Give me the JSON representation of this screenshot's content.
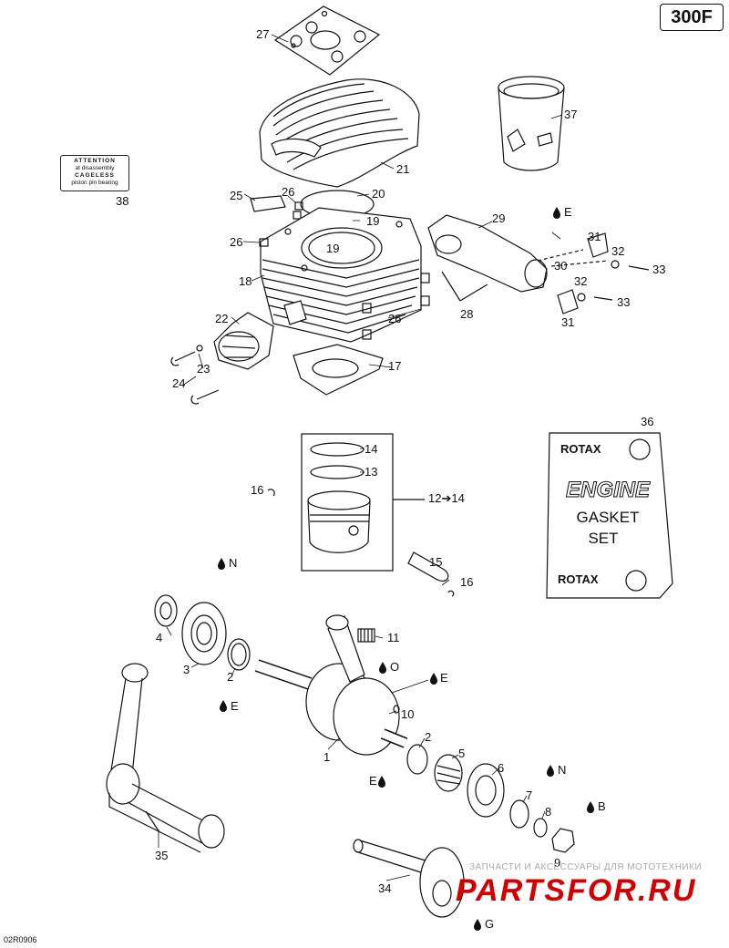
{
  "model": "300F",
  "diagram_code": "02R0906",
  "attention_label": {
    "line1": "ATTENTION",
    "line2": "at disassembly",
    "line3": "CAGELESS",
    "line4": "piston pin bearing"
  },
  "gasket_set": {
    "brand_top": "ROTAX",
    "line1": "ENGINE",
    "line2": "GASKET",
    "line3": "SET",
    "brand_bottom": "ROTAX"
  },
  "watermark": {
    "line1": "ЗАПЧАСТИ И АКСЕССУАРЫ ДЛЯ МОТОТЕХНИКИ",
    "line2": "PARTSFOR.RU"
  },
  "callouts": {
    "c27": "27",
    "c37": "37",
    "c21": "21",
    "c38": "38",
    "c25": "25",
    "c26a": "26",
    "c20": "20",
    "c19a": "19",
    "c29": "29",
    "cE1": "E",
    "c26b": "26",
    "c19b": "19",
    "c31a": "31",
    "c32a": "32",
    "c33a": "33",
    "c30": "30",
    "c18": "18",
    "c32b": "32",
    "c33b": "33",
    "c28": "28",
    "c22": "22",
    "c31b": "31",
    "c26c": "26",
    "c17": "17",
    "c23": "23",
    "c24": "24",
    "c36": "36",
    "c14": "14",
    "c13": "13",
    "c16a": "16",
    "c12": "12➔14",
    "c15": "15",
    "c16b": "16",
    "cN1": "N",
    "c4": "4",
    "c11": "11",
    "c3": "3",
    "c2a": "2",
    "cO": "O",
    "cE2": "E",
    "cE3": "E",
    "c10": "10",
    "c2b": "2",
    "c5": "5",
    "c1": "1",
    "c6": "6",
    "cN2": "N",
    "cE4": "E",
    "c7": "7",
    "cB": "B",
    "c8": "8",
    "c9": "9",
    "c35": "35",
    "c34": "34",
    "cG": "G"
  }
}
